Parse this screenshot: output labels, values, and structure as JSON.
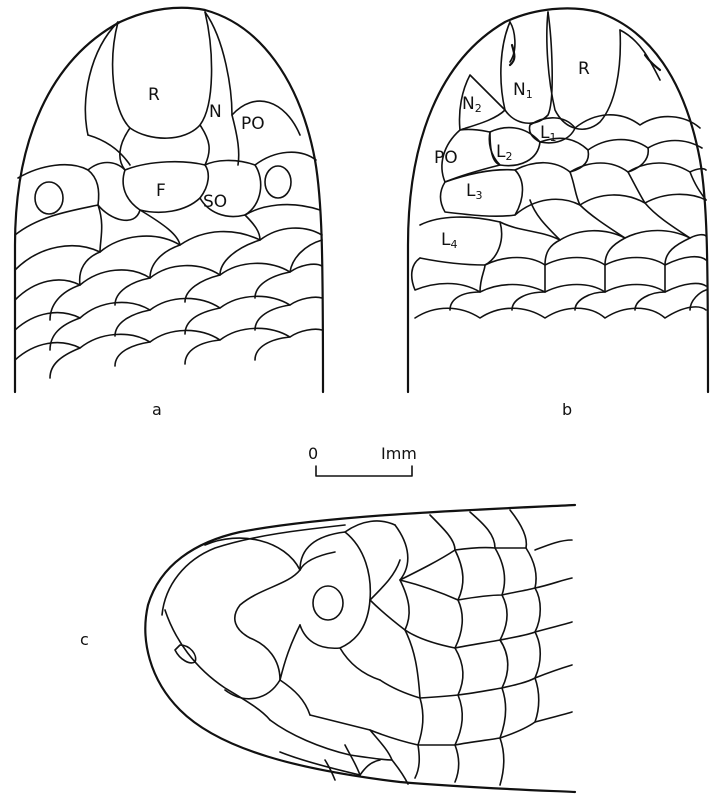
{
  "panels": {
    "a": {
      "letter": "a",
      "labels": {
        "rostral": "R",
        "nasal": "N",
        "preocular": "PO",
        "frontal": "F",
        "supraocular": "SO"
      }
    },
    "b": {
      "letter": "b",
      "labels": {
        "rostral": "R",
        "nasal1": "N",
        "nasal1_sub": "1",
        "nasal2": "N",
        "nasal2_sub": "2",
        "labial1": "L",
        "labial1_sub": "1",
        "labial2": "L",
        "labial2_sub": "2",
        "labial3": "L",
        "labial3_sub": "3",
        "labial4": "L",
        "labial4_sub": "4",
        "preocular": "PO"
      }
    },
    "c": {
      "letter": "c"
    }
  },
  "scale_bar": {
    "start_label": "0",
    "end_label": "Imm"
  }
}
